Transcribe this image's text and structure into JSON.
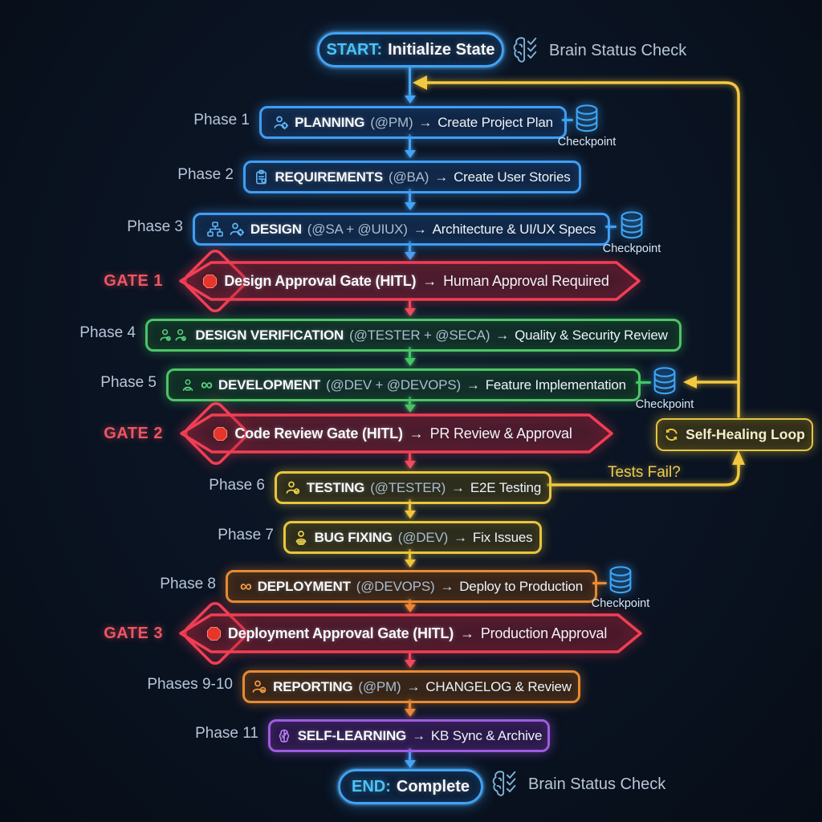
{
  "symbols": {
    "arrow": "→"
  },
  "terminals": {
    "start": {
      "prefix": "START:",
      "title": "Initialize State",
      "icon": "brain-check"
    },
    "end": {
      "prefix": "END:",
      "title": "Complete",
      "icon": "brain-check"
    },
    "status_label": "Brain Status Check"
  },
  "phases": [
    {
      "label": "Phase 1",
      "name": "PLANNING",
      "agents": "(@PM)",
      "task": "Create Project Plan",
      "icon": "person-gear",
      "color": "#3f9ef5",
      "checkpoint": true
    },
    {
      "label": "Phase 2",
      "name": "REQUIREMENTS",
      "agents": "(@BA)",
      "task": "Create User Stories",
      "icon": "clipboard-search",
      "color": "#3f9ef5",
      "checkpoint": false
    },
    {
      "label": "Phase 3",
      "name": "DESIGN",
      "agents": "(@SA + @UIUX)",
      "task": "Architecture & UI/UX Specs",
      "icon": "org-chart + person-gear",
      "color": "#3f9ef5",
      "checkpoint": true
    },
    {
      "label": "Phase 4",
      "name": "DESIGN VERIFICATION",
      "agents": "(@TESTER + @SECA)",
      "task": "Quality & Security Review",
      "icon": "two-people",
      "color": "#4cc566",
      "checkpoint": false
    },
    {
      "label": "Phase 5",
      "name": "DEVELOPMENT",
      "agents": "(@DEV + @DEVOPS)",
      "task": "Feature Implementation",
      "icon": "person + infinity",
      "color": "#4cc566",
      "checkpoint": true
    },
    {
      "label": "Phase 6",
      "name": "TESTING",
      "agents": "(@TESTER)",
      "task": "E2E Testing",
      "icon": "person-badge",
      "color": "#e8c63e",
      "checkpoint": false
    },
    {
      "label": "Phase 7",
      "name": "BUG FIXING",
      "agents": "(@DEV)",
      "task": "Fix Issues",
      "icon": "person-bug",
      "color": "#e8c63e",
      "checkpoint": false
    },
    {
      "label": "Phase 8",
      "name": "DEPLOYMENT",
      "agents": "(@DEVOPS)",
      "task": "Deploy to Production",
      "icon": "infinity",
      "color": "#e78a33",
      "checkpoint": true
    },
    {
      "label": "Phases 9-10",
      "name": "REPORTING",
      "agents": "(@PM)",
      "task": "CHANGELOG & Review",
      "icon": "person-chart",
      "color": "#e78a33",
      "checkpoint": false
    },
    {
      "label": "Phase 11",
      "name": "SELF-LEARNING",
      "task": "KB Sync & Archive",
      "icon": "brain",
      "color": "#9e5ce0",
      "checkpoint": false
    }
  ],
  "gates": [
    {
      "label": "GATE 1",
      "title": "Design Approval Gate (HITL)",
      "task": "Human Approval Required",
      "icon": "stop-sign",
      "color": "#f13e54"
    },
    {
      "label": "GATE 2",
      "title": "Code Review Gate (HITL)",
      "task": "PR Review & Approval",
      "icon": "stop-sign",
      "color": "#f13e54"
    },
    {
      "label": "GATE 3",
      "title": "Deployment Approval Gate (HITL)",
      "task": "Production Approval",
      "icon": "stop-sign",
      "color": "#f13e54"
    }
  ],
  "loop": {
    "box_label": "Self-Healing Loop",
    "condition_label": "Tests Fail?",
    "icon": "refresh-loop",
    "color": "#f0c73e"
  },
  "checkpoint": {
    "label": "Checkpoint",
    "icon": "database",
    "color": "#3da5f5"
  },
  "colors": {
    "background": "#0a1322",
    "blue": "#3f9ef5",
    "green": "#4cc566",
    "yellow": "#e8c63e",
    "orange": "#e78a33",
    "purple": "#9e5ce0",
    "red": "#f13e54"
  }
}
